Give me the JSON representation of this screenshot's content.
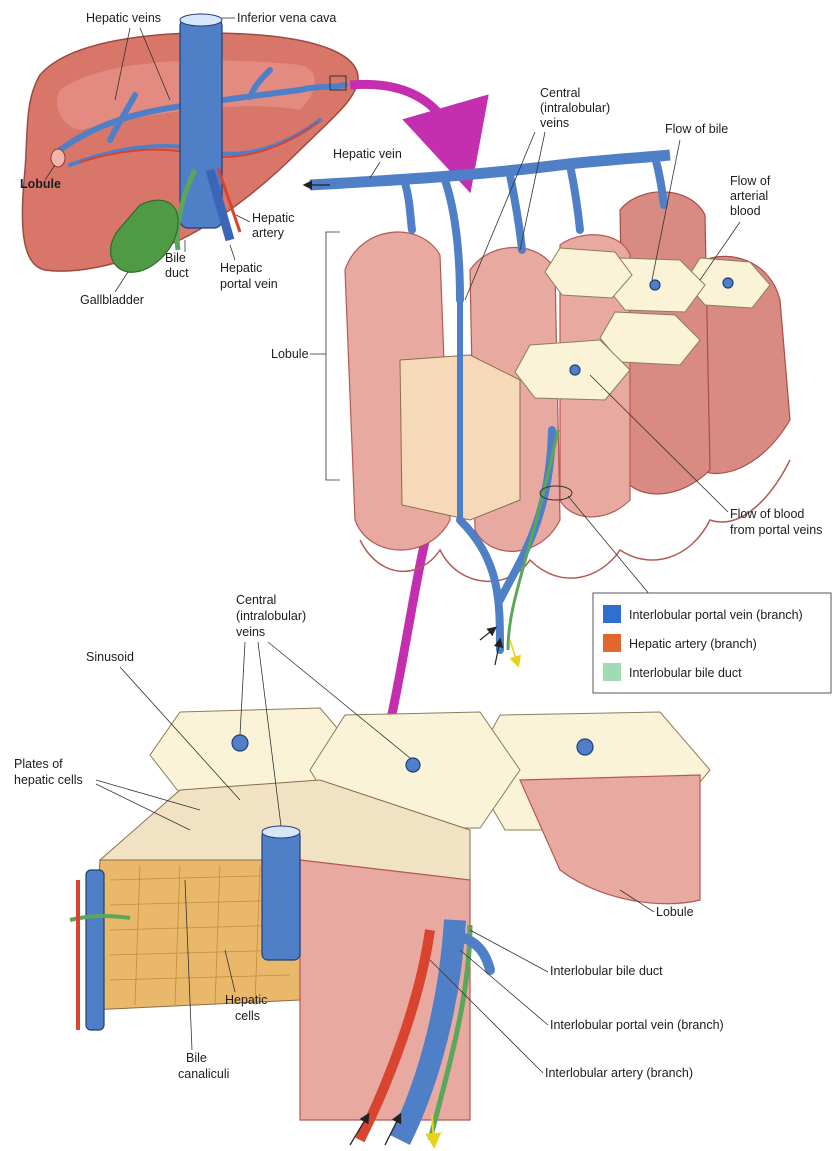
{
  "labels": {
    "hepatic_veins": "Hepatic veins",
    "inferior_vena_cava": "Inferior vena cava",
    "lobule_bold": "Lobule",
    "hepatic_artery_l1": "Hepatic",
    "hepatic_artery_l2": "artery",
    "bile_duct_l1": "Bile",
    "bile_duct_l2": "duct",
    "hepatic_portal_vein_l1": "Hepatic",
    "hepatic_portal_vein_l2": "portal vein",
    "gallbladder": "Gallbladder",
    "central_veins_top_l1": "Central",
    "central_veins_top_l2": "(intralobular)",
    "central_veins_top_l3": "veins",
    "hepatic_vein": "Hepatic vein",
    "flow_of_bile": "Flow of bile",
    "flow_arterial_l1": "Flow of",
    "flow_arterial_l2": "arterial",
    "flow_arterial_l3": "blood",
    "lobule_mid": "Lobule",
    "flow_portal_l1": "Flow of blood",
    "flow_portal_l2": "from portal veins",
    "central_veins_bottom_l1": "Central",
    "central_veins_bottom_l2": "(intralobular)",
    "central_veins_bottom_l3": "veins",
    "sinusoid": "Sinusoid",
    "plates_l1": "Plates of",
    "plates_l2": "hepatic cells",
    "lobule_bottom": "Lobule",
    "interlobular_bile_duct": "Interlobular bile duct",
    "interlobular_portal_vein": "Interlobular portal vein (branch)",
    "interlobular_artery": "Interlobular artery (branch)",
    "hepatic_cells_l1": "Hepatic",
    "hepatic_cells_l2": "cells",
    "bile_canaliculi_l1": "Bile",
    "bile_canaliculi_l2": "canaliculi"
  },
  "legend": {
    "items": [
      {
        "label": "Interlobular portal vein (branch)",
        "color": "#2f6fd0"
      },
      {
        "label": "Hepatic artery (branch)",
        "color": "#e2672f"
      },
      {
        "label": "Interlobular bile duct",
        "color": "#9fdcb6"
      }
    ]
  },
  "colors": {
    "liver": "#d9766a",
    "vein": "#4f7fc7",
    "artery": "#d8442f",
    "bile": "#5aa65a",
    "arrow_magenta": "#c42fb0",
    "lobule": "#e8a9a1",
    "lobule_top": "#fbf3d8"
  },
  "icons": {
    "pointer": "magenta-curved-arrow"
  }
}
